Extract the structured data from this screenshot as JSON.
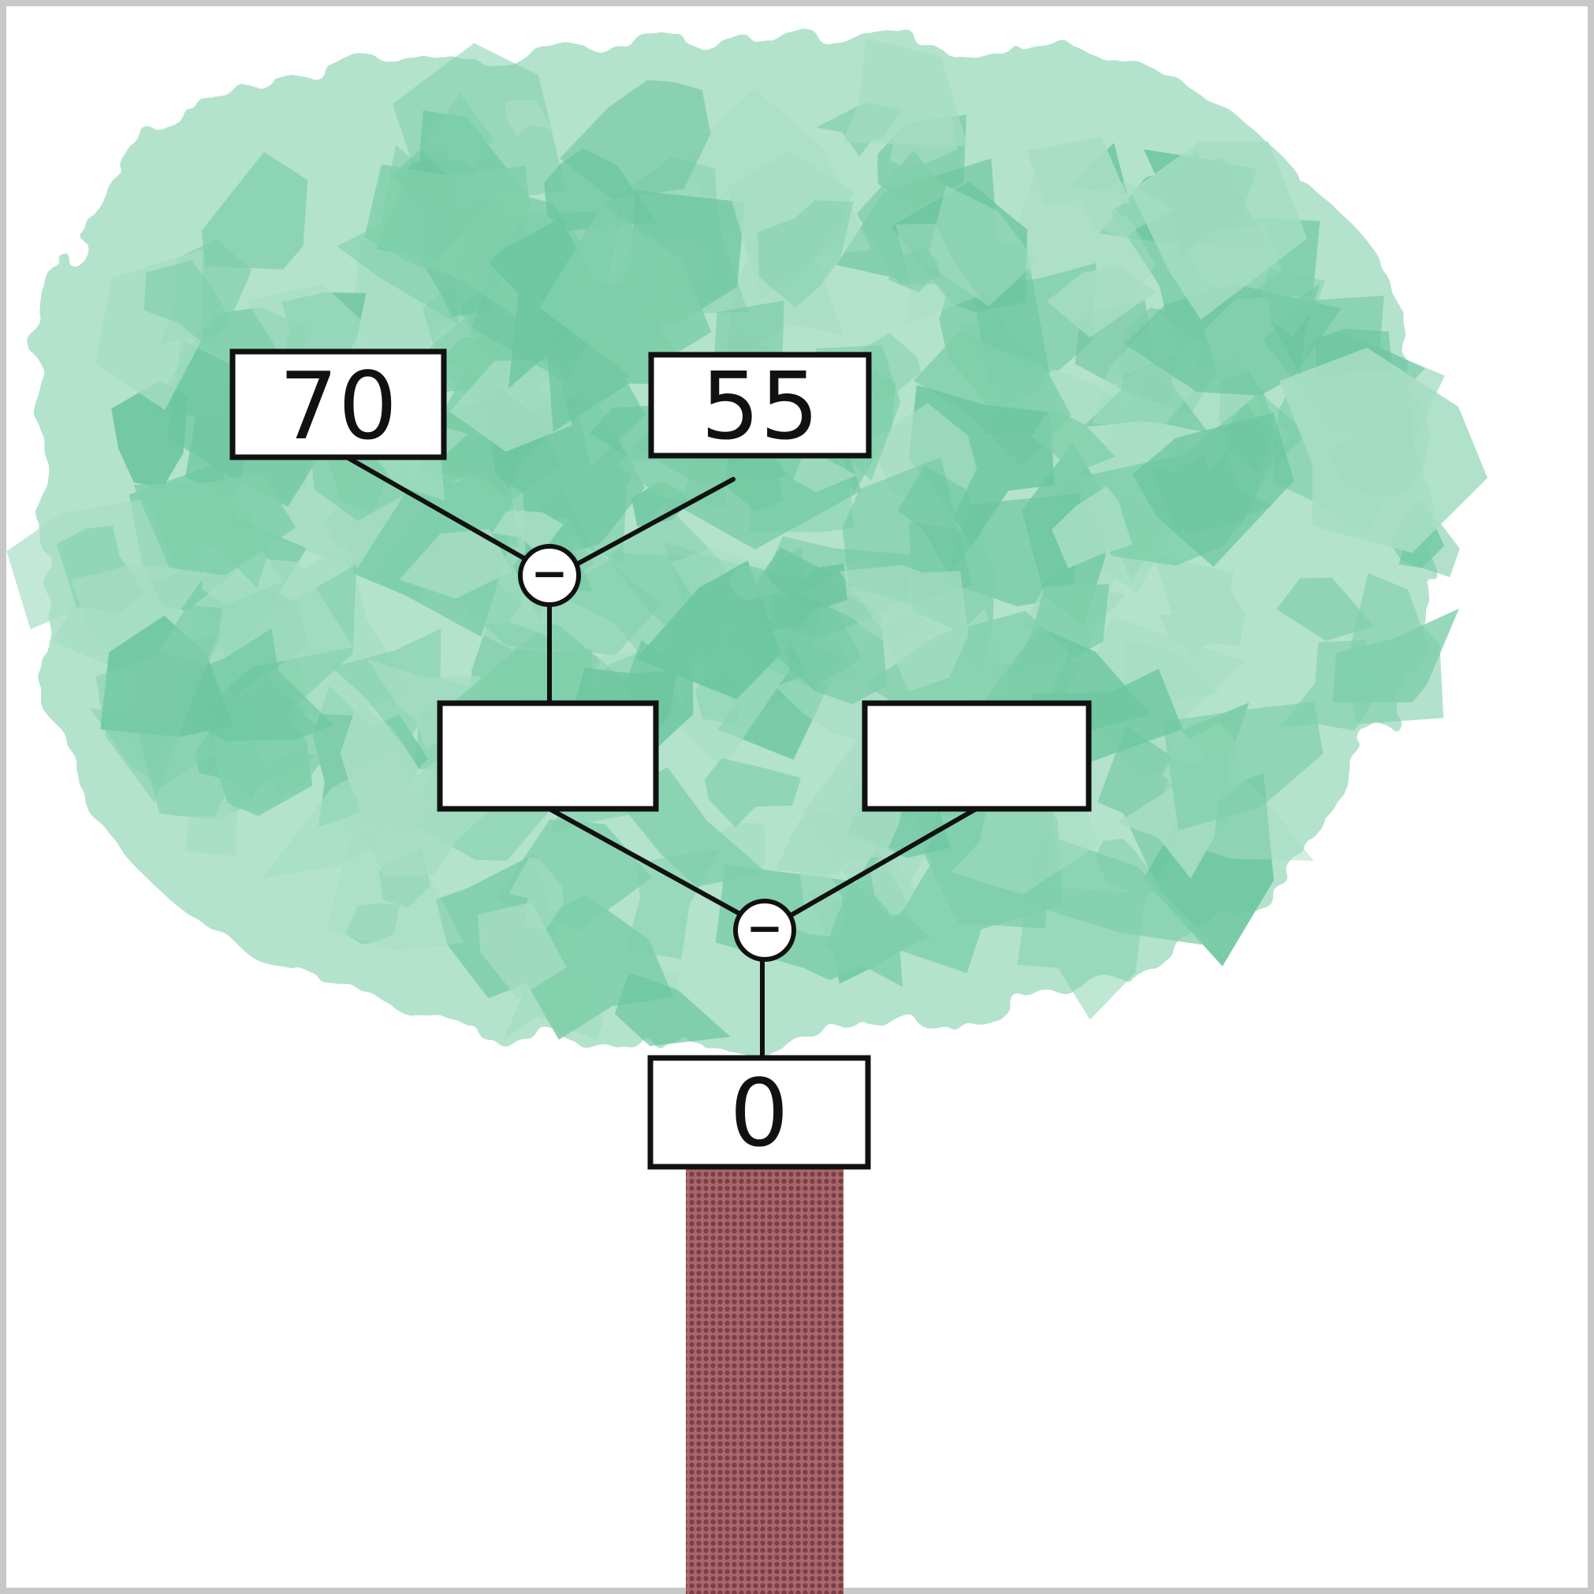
{
  "diagram": {
    "type": "subtraction-tree",
    "top_row": {
      "left_value": "70",
      "right_value": "55"
    },
    "middle_row": {
      "left_value": "",
      "right_value": ""
    },
    "root": {
      "value": "0"
    },
    "operators": {
      "upper": "−",
      "lower": "−"
    }
  },
  "colors": {
    "foliage": "#6cc6a0",
    "foliage_light": "#a6ddc4",
    "trunk": "#8e4f55",
    "line": "#111111",
    "box_fill": "#ffffff",
    "frame": "#cccccc"
  }
}
